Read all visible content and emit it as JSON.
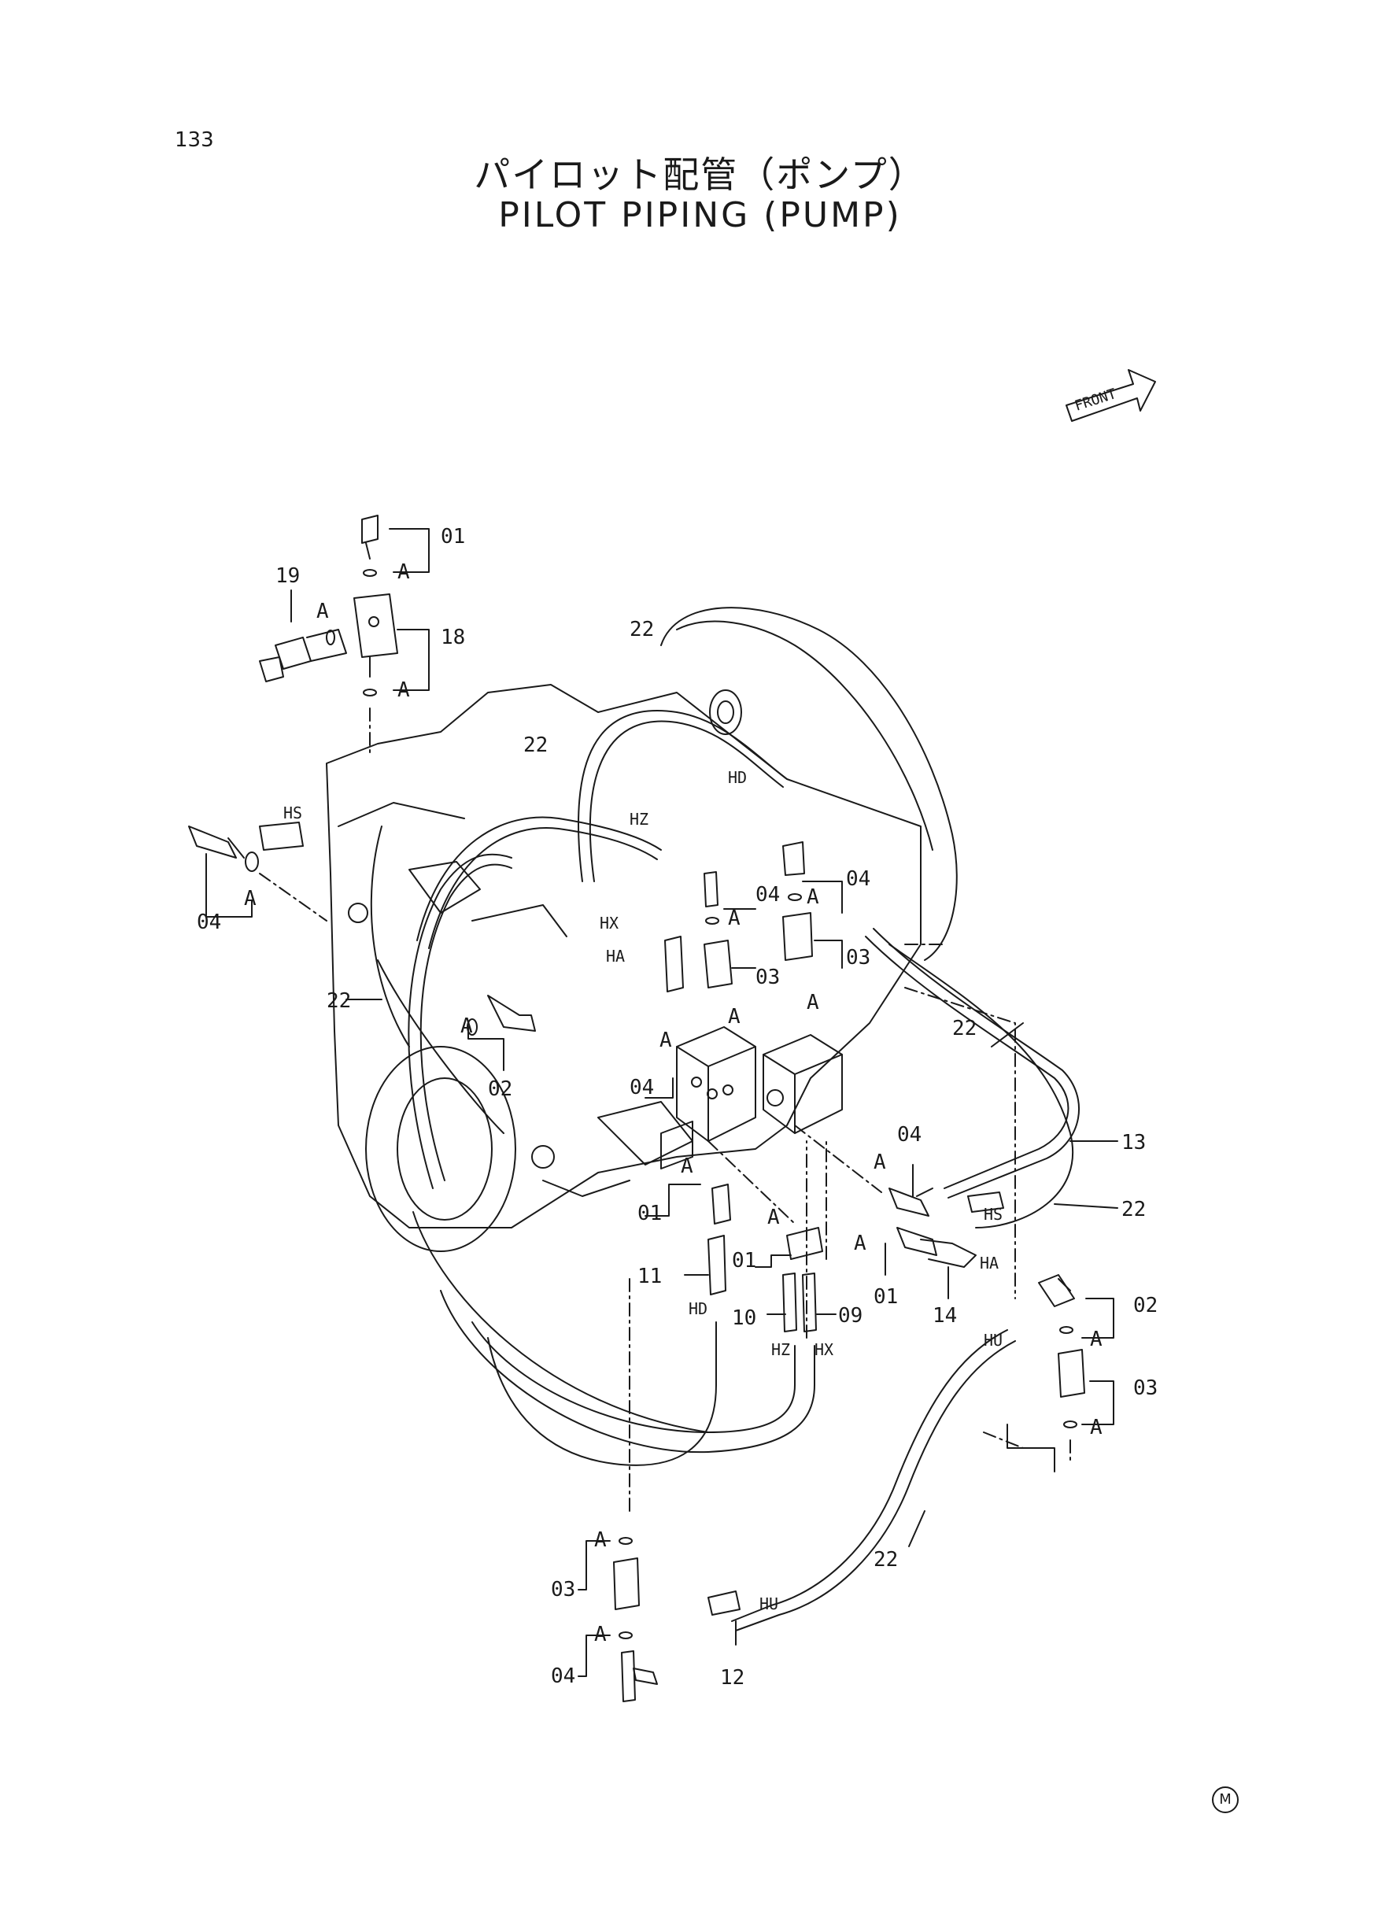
{
  "page": {
    "number": "133"
  },
  "title": {
    "japanese": "パイロット配管（ポンプ）",
    "english": "PILOT PIPING (PUMP)"
  },
  "front_label": "FRONT",
  "mark": "M",
  "callouts": [
    {
      "id": "c01a",
      "text": "01"
    },
    {
      "id": "c01b",
      "text": "01"
    },
    {
      "id": "c01c",
      "text": "01"
    },
    {
      "id": "c01d",
      "text": "01"
    },
    {
      "id": "c02a",
      "text": "02"
    },
    {
      "id": "c02b",
      "text": "02"
    },
    {
      "id": "c03a",
      "text": "03"
    },
    {
      "id": "c03b",
      "text": "03"
    },
    {
      "id": "c03c",
      "text": "03"
    },
    {
      "id": "c03d",
      "text": "03"
    },
    {
      "id": "c04a",
      "text": "04"
    },
    {
      "id": "c04b",
      "text": "04"
    },
    {
      "id": "c04c",
      "text": "04"
    },
    {
      "id": "c04d",
      "text": "04"
    },
    {
      "id": "c04e",
      "text": "04"
    },
    {
      "id": "c04f",
      "text": "04"
    },
    {
      "id": "c09",
      "text": "09"
    },
    {
      "id": "c10",
      "text": "10"
    },
    {
      "id": "c11",
      "text": "11"
    },
    {
      "id": "c12",
      "text": "12"
    },
    {
      "id": "c13",
      "text": "13"
    },
    {
      "id": "c14",
      "text": "14"
    },
    {
      "id": "c18",
      "text": "18"
    },
    {
      "id": "c19",
      "text": "19"
    },
    {
      "id": "c22a",
      "text": "22"
    },
    {
      "id": "c22b",
      "text": "22"
    },
    {
      "id": "c22c",
      "text": "22"
    },
    {
      "id": "c22d",
      "text": "22"
    },
    {
      "id": "c22e",
      "text": "22"
    },
    {
      "id": "c22f",
      "text": "22"
    }
  ],
  "hose_tags": [
    {
      "id": "hs1",
      "text": "HS"
    },
    {
      "id": "hs2",
      "text": "HS"
    },
    {
      "id": "hd1",
      "text": "HD"
    },
    {
      "id": "hd2",
      "text": "HD"
    },
    {
      "id": "hz1",
      "text": "HZ"
    },
    {
      "id": "hz2",
      "text": "HZ"
    },
    {
      "id": "hx1",
      "text": "HX"
    },
    {
      "id": "hx2",
      "text": "HX"
    },
    {
      "id": "ha1",
      "text": "HA"
    },
    {
      "id": "ha2",
      "text": "HA"
    },
    {
      "id": "hu1",
      "text": "HU"
    },
    {
      "id": "hu2",
      "text": "HU"
    }
  ],
  "o_ring_marker": "A"
}
